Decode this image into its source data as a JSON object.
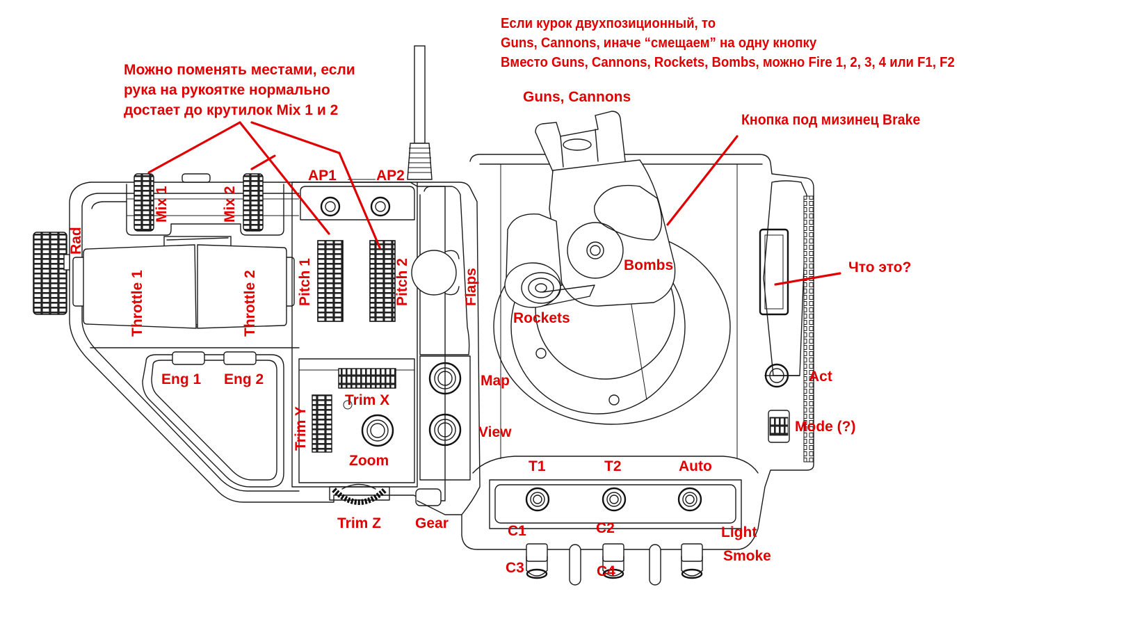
{
  "diagram": {
    "subject": "Throttle quadrant and flight stick line drawing with control assignments",
    "annotation_color": "#e00000",
    "line_color": "#1a1a1a",
    "background": "#ffffff"
  },
  "notes": {
    "trigger_note": [
      "Если курок двухпозиционный, то",
      "Guns, Cannons, иначе “смещаем” на одну кнопку",
      "Вместо Guns, Cannons, Rockets, Bombs, можно Fire 1, 2, 3, 4 или F1, F2"
    ],
    "mix_note": [
      "Можно поменять местами, если",
      "рука на рукоятке нормально",
      "достает до крутилок Mix 1 и 2"
    ],
    "pinky_note": "Кнопка под мизинец Brake",
    "unknown_note": "Что это?"
  },
  "labels": {
    "guns_cannons": "Guns, Cannons",
    "mix1": "Mix 1",
    "mix2": "Mix 2",
    "rad": "Rad",
    "throttle1": "Throttle 1",
    "throttle2": "Throttle 2",
    "ap1": "AP1",
    "ap2": "AP2",
    "pitch1": "Pitch 1",
    "pitch2": "Pitch 2",
    "flaps": "Flaps",
    "bombs": "Bombs",
    "rockets": "Rockets",
    "eng1": "Eng 1",
    "eng2": "Eng 2",
    "trim_x": "Trim X",
    "trim_y": "Trim Y",
    "zoom": "Zoom",
    "trim_z": "Trim Z",
    "gear": "Gear",
    "map": "Map",
    "view": "View",
    "act": "Act",
    "mode": "Mode (?)",
    "t1": "T1",
    "t2": "T2",
    "auto": "Auto",
    "c1": "C1",
    "c2": "C2",
    "c3": "C3",
    "c4": "C4",
    "light": "Light",
    "smoke": "Smoke"
  }
}
